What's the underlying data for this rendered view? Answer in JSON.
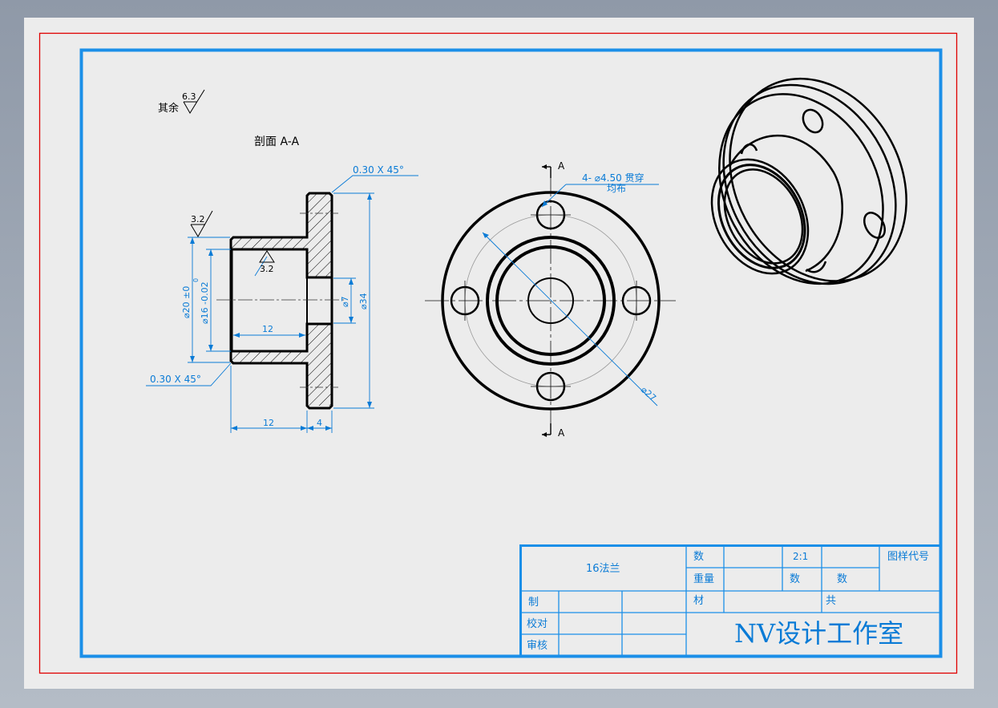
{
  "colors": {
    "frame_outer": "#e00000",
    "frame_inner": "#1b8fe8",
    "dimension": "#0a7bd6",
    "geometry": "#000000",
    "centerline": "#333333",
    "hatch": "#000000",
    "paper": "#ececec"
  },
  "notes": {
    "other_label": "其余",
    "other_roughness": "6.3",
    "section_label": "剖面 A-A",
    "rough_top": "3.2",
    "rough_bore": "3.2",
    "chamfer_top": "0.30 X 45°",
    "chamfer_bottom": "0.30 X 45°"
  },
  "dims": {
    "d20": "⌀20 ±0",
    "d16": "⌀16 -0.02",
    "d16_upper": "0",
    "len12_inner": "12",
    "d7": "⌀7",
    "d34": "⌀34",
    "len12": "12",
    "len4": "4",
    "holes_line1": "4-  ⌀4.50  贯穿",
    "holes_line2": "均布",
    "d27": "⌀27",
    "cut_a_top": "A",
    "cut_a_bottom": "A"
  },
  "title_block": {
    "part_name": "16法兰",
    "qty_label": "数",
    "scale": "2:1",
    "drawing_code_label": "图样代号",
    "weight_label": "重量",
    "count_label_1": "数",
    "count_label_2": "数",
    "drawn_label": "制",
    "material_label": "材",
    "total_label": "共",
    "check_label": "校对",
    "review_label": "审核",
    "studio": "NV设计工作室"
  }
}
